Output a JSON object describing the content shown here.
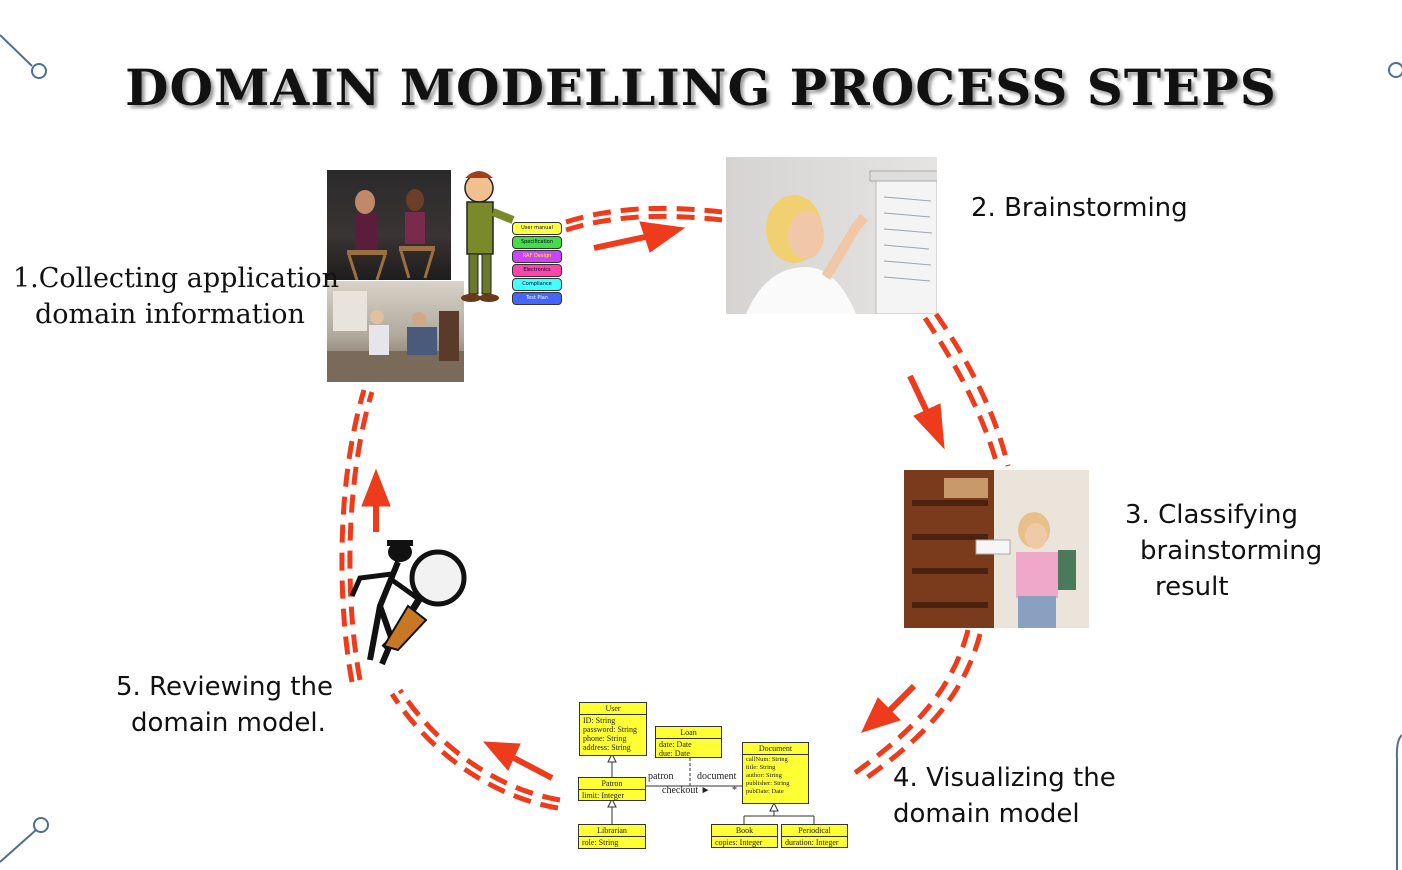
{
  "title": "DOMAIN MODELLING PROCESS STEPS",
  "steps": {
    "s1": {
      "line1": "1.Collecting application",
      "line2": "domain information"
    },
    "s2": {
      "line1": "2. Brainstorming"
    },
    "s3": {
      "line1": "3. Classifying",
      "line2": "brainstorming",
      "line3": "result"
    },
    "s4": {
      "line1": "4. Visualizing the",
      "line2": "domain model"
    },
    "s5": {
      "line1": "5. Reviewing the",
      "line2": "domain model."
    }
  },
  "books": [
    "User manual",
    "Specification",
    "RAF Design",
    "Electronics",
    "Compliance",
    "Test Plan"
  ],
  "uml": {
    "user": {
      "name": "User",
      "attrs": [
        "ID: String",
        "password: String",
        "phone: String",
        "address: String"
      ]
    },
    "loan": {
      "name": "Loan",
      "attrs": [
        "date: Date",
        "due: Date"
      ]
    },
    "document": {
      "name": "Document",
      "attrs": [
        "callNum: String",
        "title: String",
        "author: String",
        "publisher: String",
        "pubDate: Date"
      ]
    },
    "patron": {
      "name": "Patron",
      "attrs": [
        "limit: Integer"
      ]
    },
    "librarian": {
      "name": "Librarian",
      "attrs": [
        "role: String"
      ]
    },
    "book": {
      "name": "Book",
      "attrs": [
        "copies: Integer"
      ]
    },
    "periodical": {
      "name": "Periodical",
      "attrs": [
        "duration: Integer"
      ]
    },
    "assoc_patron": "patron",
    "assoc_document": "document",
    "assoc_checkout": "checkout ►",
    "assoc_mult": "*"
  },
  "colors": {
    "arrow": "#ee3b1c",
    "uml_fill": "#ffff33"
  }
}
